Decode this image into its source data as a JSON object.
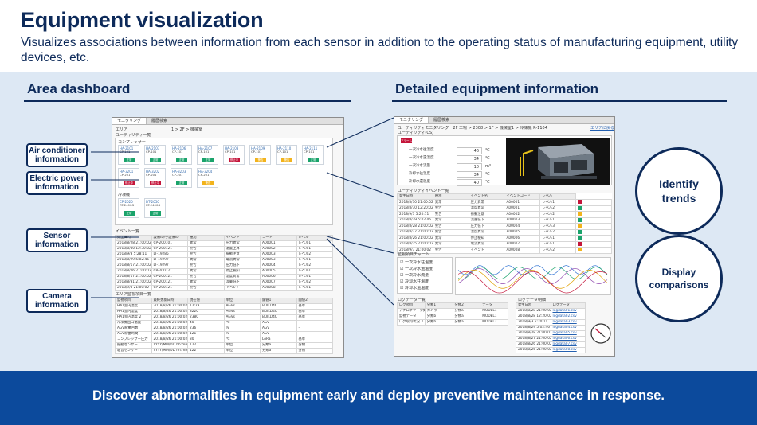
{
  "header": {
    "title": "Equipment visualization",
    "subtitle": "Visualizes associations between information from each sensor in addition to the operating status of manufacturing equipment, utility devices, etc."
  },
  "sections": {
    "left_title": "Area dashboard",
    "right_title": "Detailed equipment information"
  },
  "callouts": {
    "air": "Air conditioner information",
    "power": "Electric power information",
    "sensor": "Sensor information",
    "camera": "Camera information"
  },
  "circles": {
    "trends": "Identify trends",
    "comparisons": "Display comparisons"
  },
  "footer": {
    "text": "Discover abnormalities in equipment early and deploy preventive maintenance in response."
  },
  "colors": {
    "navy": "#0d2a5a",
    "footer_blue": "#0c4a9c",
    "panel_bg": "#dde8f4",
    "ok_green": "#1aa36b",
    "alarm_red": "#c4153a",
    "warn_yellow": "#f2b31c"
  },
  "dashboard": {
    "tabs": [
      "モニタリング",
      "履歴検索"
    ],
    "area_label": "エリア",
    "floor_label": "1 > 2F > 機械室",
    "utility_header": "ユーティリティ一覧",
    "compressor_label": "コンプレッサー",
    "chiller_label": "冷凍機",
    "tiles_row1": [
      {
        "id": "HA-2101",
        "sub": "CP-101",
        "status": "正常",
        "color": "#1aa36b"
      },
      {
        "id": "HA-2103",
        "sub": "CP-101",
        "status": "正常",
        "color": "#1aa36b"
      },
      {
        "id": "HA-2106",
        "sub": "CP-101",
        "status": "正常",
        "color": "#1aa36b"
      },
      {
        "id": "HA-2107",
        "sub": "CP-101",
        "status": "正常",
        "color": "#1aa36b"
      },
      {
        "id": "HA-2108",
        "sub": "CP-101",
        "status": "停止中",
        "color": "#c4153a"
      },
      {
        "id": "HA-2109",
        "sub": "CP-101",
        "status": "警告",
        "color": "#f2b31c"
      },
      {
        "id": "HA-2110",
        "sub": "CP-101",
        "status": "警告",
        "color": "#f2b31c"
      },
      {
        "id": "HA-2111",
        "sub": "CP-101",
        "status": "正常",
        "color": "#1aa36b"
      }
    ],
    "tiles_row2": [
      {
        "id": "HA-3201",
        "sub": "CP-201",
        "status": "停止中",
        "color": "#c4153a"
      },
      {
        "id": "HA-3202",
        "sub": "CP-201",
        "status": "停止中",
        "color": "#c4153a"
      },
      {
        "id": "HA-3203",
        "sub": "CP-201",
        "status": "正常",
        "color": "#1aa36b"
      },
      {
        "id": "HA-3204",
        "sub": "CP-201",
        "status": "警告",
        "color": "#f2b31c"
      }
    ],
    "tiles_row3": [
      {
        "id": "CP-2020",
        "sub": "RT-2400G",
        "status": "正常",
        "color": "#1aa36b"
      },
      {
        "id": "DT-2050",
        "sub": "RT-2400G",
        "status": "正常",
        "color": "#1aa36b"
      }
    ],
    "event_header": "イベント一覧",
    "event_columns": [
      "発生日時",
      "設備ID/子設備ID",
      "種別",
      "イベント",
      "コード",
      "レベル"
    ],
    "events": [
      [
        "2018/8/28 21:00:02",
        "CP-200101",
        "異常",
        "圧力異常",
        "A00001",
        "レベル1"
      ],
      [
        "2018/8/30 12:30:02",
        "CP-200121",
        "警告",
        "温度上昇",
        "A00002",
        "レベル1"
      ],
      [
        "2018/9/3 5:28:11",
        "LT-19285",
        "警告",
        "振動注意",
        "A00003",
        "レベル2"
      ],
      [
        "2018/8/29 5:02:46",
        "LT-19297",
        "異常",
        "電流異常",
        "A00003",
        "レベル1"
      ],
      [
        "2018/8/17 21:00:02",
        "LT-19297",
        "警告",
        "圧力低下",
        "A00004",
        "レベル2"
      ],
      [
        "2018/8/26 21:00:02",
        "CP-200121",
        "異常",
        "停止検知",
        "A00005",
        "レベル1"
      ],
      [
        "2018/8/17 21:00:02",
        "CP-200121",
        "警告",
        "温度異常",
        "A00006",
        "レベル1"
      ],
      [
        "2018/8/31 21:00:02",
        "CP-200121",
        "異常",
        "流量低下",
        "A00007",
        "レベル2"
      ],
      [
        "2018/9/3 21:00:02",
        "CP-200121",
        "警告",
        "イベント",
        "A00008",
        "レベル1"
      ]
    ],
    "camera_header": "エリア監視項目一覧",
    "camera_columns": [
      "監視項目",
      "最終更新日時",
      "現在値",
      "単位",
      "閾値1",
      "閾値2"
    ],
    "camera_rows": [
      [
        "HA1室内温度",
        "2018/8/26 21:00:02",
        "12:23",
        "AGVs",
        "BUILD4C",
        "基準"
      ],
      [
        "HA1室内湿度",
        "2018/8/26 21:00:02",
        "3220",
        "AGVs",
        "BUILD4C",
        "基準"
      ],
      [
        "HA1室内温度 2",
        "2018/8/26 21:00:02",
        "2380",
        "AGVs",
        "BUILD4C",
        "基準"
      ],
      [
        "冷凍機出口温度",
        "2018/8/26 21:00:02",
        "40",
        "℃",
        "AGV",
        "-"
      ],
      [
        "AGV稼働回数",
        "2018/8/26 21:00:02",
        "236",
        "%",
        "AGV",
        "-"
      ],
      [
        "AGV稼働時間",
        "2018/8/26 21:00:02",
        "121",
        "%",
        "AGV",
        "-"
      ],
      [
        "コンプレッサー圧力",
        "2018/8/26 21:00:02",
        "30",
        "℃",
        "LoRa",
        "基準"
      ],
      [
        "振動センサー",
        "YYYY/MM/DD hh:mm:ss",
        "122",
        "単位",
        "分類a",
        "分類"
      ],
      [
        "騒音センサー",
        "YYYY/MM/DD hh:mm:ss",
        "122",
        "単位",
        "分類a",
        "分類"
      ]
    ]
  },
  "detail": {
    "tabs": [
      "モニタリング",
      "履歴検索"
    ],
    "breadcrumb": "ユーティリティモニタリング　2F 工場 > 2308 > 1F > 機械室1 > 冷凍機 R-1104",
    "back_link": "エリアに戻る",
    "section_label": "ユーティリティ(CS)",
    "alarm_label": "アラーム",
    "values": [
      {
        "label": "一次冷水往温度",
        "value": "46",
        "unit": "℃"
      },
      {
        "label": "一次冷水還温度",
        "value": "34",
        "unit": "℃"
      },
      {
        "label": "一次冷水流量",
        "value": "10",
        "unit": "m³"
      },
      {
        "label": "冷却水往温度",
        "value": "34",
        "unit": "℃"
      },
      {
        "label": "冷却水還温度",
        "value": "40",
        "unit": "℃"
      }
    ],
    "event_header": "ユーティリティイベント一覧",
    "event_columns": [
      "発生日時",
      "種別",
      "イベント名",
      "イベントコード",
      "レベル"
    ],
    "events": [
      [
        "2018/8/30 21:00:02",
        "異常",
        "圧力異常",
        "A00001",
        "レベル1",
        "#c4153a"
      ],
      [
        "2018/8/30 12:20:02",
        "警告",
        "温度異常",
        "A00001",
        "レベル2",
        "#1aa36b"
      ],
      [
        "2018/9/3 5:20:11",
        "警告",
        "振動注意",
        "A00002",
        "レベル2",
        "#f2b31c"
      ],
      [
        "2018/8/29 5:02:46",
        "異常",
        "流量低下",
        "A00003",
        "レベル1",
        "#1aa36b"
      ],
      [
        "2018/8/28 21:00:02",
        "警告",
        "圧力低下",
        "A00004",
        "レベル3",
        "#f2b31c"
      ],
      [
        "2018/8/27 21:00:02",
        "警告",
        "温度異常",
        "A00005",
        "レベル2",
        "#1aa36b"
      ],
      [
        "2018/8/26 21:00:02",
        "異常",
        "停止検知",
        "A00006",
        "レベル1",
        "#1aa36b"
      ],
      [
        "2018/8/25 21:00:02",
        "異常",
        "電流異常",
        "A00007",
        "レベル1",
        "#c4153a"
      ],
      [
        "2018/9/3 21:00:02",
        "警告",
        "イベント",
        "A00008",
        "レベル2",
        "#f2b31c"
      ]
    ],
    "chart_header": "監視項目チャート",
    "chart_items": [
      "一次冷水往温度",
      "一次冷水還温度",
      "一次冷水流量",
      "冷却水往温度",
      "冷却水還温度"
    ],
    "data_header": "ログデータ一覧",
    "data_columns": [
      "ログ項目",
      "分類1",
      "分類2",
      "データ"
    ],
    "data_rows": [
      [
        "アナログデータ集計",
        "カメラ",
        "分類a",
        "MODEL1"
      ],
      [
        "監視データ",
        "分類b",
        "分類a",
        "MODEL1"
      ],
      [
        "ログ取得状況 3",
        "分類b",
        "分類a",
        "MODEL2"
      ]
    ],
    "file_header": "ログデータ明細",
    "file_columns": [
      "発生日時",
      "ログデータ"
    ],
    "files": [
      [
        "2018/8/28 21:00:02",
        "logdata01.csv"
      ],
      [
        "2018/8/28 12:20:02",
        "logdata02.csv"
      ],
      [
        "2018/9/3 5:20:11",
        "logdata03.csv"
      ],
      [
        "2018/8/29 5:02:46",
        "logdata04.csv"
      ],
      [
        "2018/8/28 21:00:02",
        "logdata05.csv"
      ],
      [
        "2018/8/27 21:00:02",
        "logdata06.csv"
      ],
      [
        "2018/8/26 21:00:02",
        "logdata07.csv"
      ],
      [
        "2018/8/25 21:00:02",
        "logdata08.csv"
      ]
    ]
  }
}
